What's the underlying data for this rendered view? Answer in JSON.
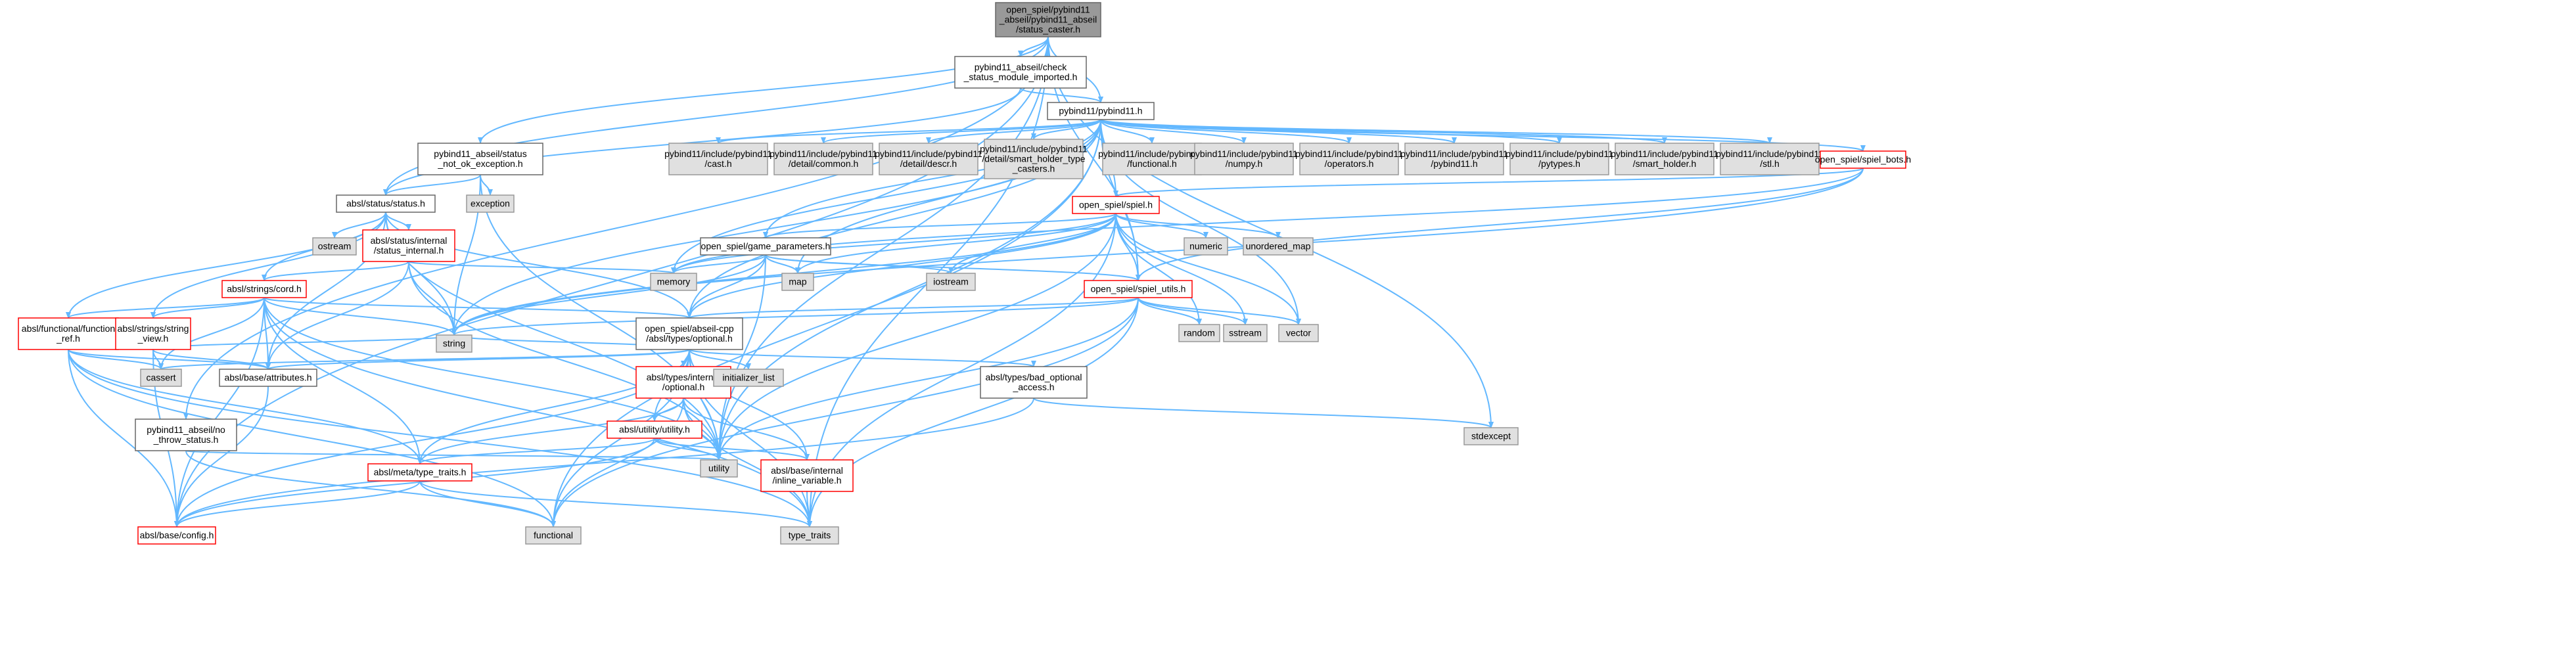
{
  "colors": {
    "edge": "#63b8ff",
    "root_fill": "#999999",
    "root_border": "#666666",
    "normal_fill": "#ffffff",
    "normal_border": "#666666",
    "system_fill": "#e0e0e0",
    "system_border": "#999999",
    "truncated_border": "#ff0000"
  },
  "nodes": [
    {
      "id": "root",
      "kind": "root",
      "lines": [
        "open_spiel/pybind11",
        "_abseil/pybind11_abseil",
        "/status_caster.h"
      ]
    },
    {
      "id": "check_status",
      "kind": "normal",
      "lines": [
        "pybind11_abseil/check",
        "_status_module_imported.h"
      ]
    },
    {
      "id": "pybind11",
      "kind": "normal",
      "lines": [
        "pybind11/pybind11.h"
      ]
    },
    {
      "id": "not_ok_exc",
      "kind": "normal",
      "lines": [
        "pybind11_abseil/status",
        "_not_ok_exception.h"
      ]
    },
    {
      "id": "status",
      "kind": "normal",
      "lines": [
        "absl/status/status.h"
      ]
    },
    {
      "id": "cast",
      "kind": "system",
      "lines": [
        "pybind11/include/pybind11",
        "/cast.h"
      ]
    },
    {
      "id": "detail_common",
      "kind": "system",
      "lines": [
        "pybind11/include/pybind11",
        "/detail/common.h"
      ]
    },
    {
      "id": "detail_descr",
      "kind": "system",
      "lines": [
        "pybind11/include/pybind11",
        "/detail/descr.h"
      ]
    },
    {
      "id": "smart_holder_casters",
      "kind": "system",
      "lines": [
        "pybind11/include/pybind11",
        "/detail/smart_holder_type",
        "_casters.h"
      ]
    },
    {
      "id": "functional_h",
      "kind": "system",
      "lines": [
        "pybind11/include/pybind11",
        "/functional.h"
      ]
    },
    {
      "id": "numpy_h",
      "kind": "system",
      "lines": [
        "pybind11/include/pybind11",
        "/numpy.h"
      ]
    },
    {
      "id": "operators_h",
      "kind": "system",
      "lines": [
        "pybind11/include/pybind11",
        "/operators.h"
      ]
    },
    {
      "id": "pybind11_inc",
      "kind": "system",
      "lines": [
        "pybind11/include/pybind11",
        "/pybind11.h"
      ]
    },
    {
      "id": "pytypes_h",
      "kind": "system",
      "lines": [
        "pybind11/include/pybind11",
        "/pytypes.h"
      ]
    },
    {
      "id": "smart_holder_h",
      "kind": "system",
      "lines": [
        "pybind11/include/pybind11",
        "/smart_holder.h"
      ]
    },
    {
      "id": "stl_h",
      "kind": "system",
      "lines": [
        "pybind11/include/pybind11",
        "/stl.h"
      ]
    },
    {
      "id": "spiel_bots",
      "kind": "truncated",
      "lines": [
        "open_spiel/spiel_bots.h"
      ]
    },
    {
      "id": "exception",
      "kind": "system",
      "lines": [
        "exception"
      ]
    },
    {
      "id": "ostream",
      "kind": "system",
      "lines": [
        "ostream"
      ]
    },
    {
      "id": "status_internal",
      "kind": "truncated",
      "lines": [
        "absl/status/internal",
        "/status_internal.h"
      ]
    },
    {
      "id": "spiel_h",
      "kind": "truncated",
      "lines": [
        "open_spiel/spiel.h"
      ]
    },
    {
      "id": "numeric",
      "kind": "system",
      "lines": [
        "numeric"
      ]
    },
    {
      "id": "unordered_map",
      "kind": "system",
      "lines": [
        "unordered_map"
      ]
    },
    {
      "id": "game_params",
      "kind": "normal",
      "lines": [
        "open_spiel/game_parameters.h"
      ]
    },
    {
      "id": "memory",
      "kind": "system",
      "lines": [
        "memory"
      ]
    },
    {
      "id": "map",
      "kind": "system",
      "lines": [
        "map"
      ]
    },
    {
      "id": "cord",
      "kind": "truncated",
      "lines": [
        "absl/strings/cord.h"
      ]
    },
    {
      "id": "iostream",
      "kind": "system",
      "lines": [
        "iostream"
      ]
    },
    {
      "id": "spiel_utils",
      "kind": "truncated",
      "lines": [
        "open_spiel/spiel_utils.h"
      ]
    },
    {
      "id": "function_ref",
      "kind": "truncated",
      "lines": [
        "absl/functional/function",
        "_ref.h"
      ]
    },
    {
      "id": "string_view",
      "kind": "truncated",
      "lines": [
        "absl/strings/string",
        "_view.h"
      ]
    },
    {
      "id": "optional_h",
      "kind": "normal",
      "lines": [
        "open_spiel/abseil-cpp",
        "/absl/types/optional.h"
      ]
    },
    {
      "id": "random",
      "kind": "system",
      "lines": [
        "random"
      ]
    },
    {
      "id": "sstream",
      "kind": "system",
      "lines": [
        "sstream"
      ]
    },
    {
      "id": "vector",
      "kind": "system",
      "lines": [
        "vector"
      ]
    },
    {
      "id": "string",
      "kind": "system",
      "lines": [
        "string"
      ]
    },
    {
      "id": "cassert",
      "kind": "system",
      "lines": [
        "cassert"
      ]
    },
    {
      "id": "attributes",
      "kind": "normal",
      "lines": [
        "absl/base/attributes.h"
      ]
    },
    {
      "id": "types_internal_optional",
      "kind": "truncated",
      "lines": [
        "absl/types/internal",
        "/optional.h"
      ]
    },
    {
      "id": "initializer_list",
      "kind": "system",
      "lines": [
        "initializer_list"
      ]
    },
    {
      "id": "bad_optional",
      "kind": "normal",
      "lines": [
        "absl/types/bad_optional",
        "_access.h"
      ]
    },
    {
      "id": "no_throw",
      "kind": "normal",
      "lines": [
        "pybind11_abseil/no",
        "_throw_status.h"
      ]
    },
    {
      "id": "utility_h",
      "kind": "truncated",
      "lines": [
        "absl/utility/utility.h"
      ]
    },
    {
      "id": "stdexcept",
      "kind": "system",
      "lines": [
        "stdexcept"
      ]
    },
    {
      "id": "utility",
      "kind": "system",
      "lines": [
        "utility"
      ]
    },
    {
      "id": "type_traits_absl",
      "kind": "truncated",
      "lines": [
        "absl/meta/type_traits.h"
      ]
    },
    {
      "id": "inline_variable",
      "kind": "truncated",
      "lines": [
        "absl/base/internal",
        "/inline_variable.h"
      ]
    },
    {
      "id": "config",
      "kind": "truncated",
      "lines": [
        "absl/base/config.h"
      ]
    },
    {
      "id": "functional",
      "kind": "system",
      "lines": [
        "functional"
      ]
    },
    {
      "id": "type_traits",
      "kind": "system",
      "lines": [
        "type_traits"
      ]
    }
  ],
  "edges": [
    [
      "root",
      "check_status"
    ],
    [
      "root",
      "pybind11"
    ],
    [
      "root",
      "not_ok_exc"
    ],
    [
      "root",
      "status"
    ],
    [
      "root",
      "no_throw"
    ],
    [
      "root",
      "spiel_utils"
    ],
    [
      "root",
      "stdexcept"
    ],
    [
      "root",
      "utility"
    ],
    [
      "root",
      "type_traits"
    ],
    [
      "root",
      "config"
    ],
    [
      "check_status",
      "pybind11"
    ],
    [
      "check_status",
      "status"
    ],
    [
      "pybind11",
      "cast"
    ],
    [
      "pybind11",
      "detail_common"
    ],
    [
      "pybind11",
      "detail_descr"
    ],
    [
      "pybind11",
      "smart_holder_casters"
    ],
    [
      "pybind11",
      "functional_h"
    ],
    [
      "pybind11",
      "numpy_h"
    ],
    [
      "pybind11",
      "operators_h"
    ],
    [
      "pybind11",
      "pybind11_inc"
    ],
    [
      "pybind11",
      "pytypes_h"
    ],
    [
      "pybind11",
      "smart_holder_h"
    ],
    [
      "pybind11",
      "stl_h"
    ],
    [
      "pybind11",
      "spiel_bots"
    ],
    [
      "pybind11",
      "spiel_h"
    ],
    [
      "pybind11",
      "game_params"
    ],
    [
      "pybind11",
      "memory"
    ],
    [
      "pybind11",
      "map"
    ],
    [
      "pybind11",
      "spiel_utils"
    ],
    [
      "pybind11",
      "string"
    ],
    [
      "pybind11",
      "utility"
    ],
    [
      "pybind11",
      "vector"
    ],
    [
      "pybind11",
      "functional"
    ],
    [
      "pybind11",
      "optional_h"
    ],
    [
      "not_ok_exc",
      "status"
    ],
    [
      "not_ok_exc",
      "exception"
    ],
    [
      "not_ok_exc",
      "string"
    ],
    [
      "not_ok_exc",
      "utility"
    ],
    [
      "status",
      "ostream"
    ],
    [
      "status",
      "status_internal"
    ],
    [
      "status",
      "cord"
    ],
    [
      "status",
      "string_view"
    ],
    [
      "status",
      "function_ref"
    ],
    [
      "status",
      "optional_h"
    ],
    [
      "status",
      "string"
    ],
    [
      "status",
      "utility"
    ],
    [
      "status",
      "attributes"
    ],
    [
      "status_internal",
      "memory"
    ],
    [
      "status_internal",
      "cord"
    ],
    [
      "status_internal",
      "attributes"
    ],
    [
      "status_internal",
      "string"
    ],
    [
      "status_internal",
      "utility"
    ],
    [
      "spiel_bots",
      "spiel_h"
    ],
    [
      "spiel_bots",
      "spiel_utils"
    ],
    [
      "spiel_bots",
      "memory"
    ],
    [
      "spiel_bots",
      "string"
    ],
    [
      "spiel_h",
      "numeric"
    ],
    [
      "spiel_h",
      "unordered_map"
    ],
    [
      "spiel_h",
      "game_params"
    ],
    [
      "spiel_h",
      "memory"
    ],
    [
      "spiel_h",
      "map"
    ],
    [
      "spiel_h",
      "iostream"
    ],
    [
      "spiel_h",
      "spiel_utils"
    ],
    [
      "spiel_h",
      "random"
    ],
    [
      "spiel_h",
      "sstream"
    ],
    [
      "spiel_h",
      "vector"
    ],
    [
      "spiel_h",
      "string"
    ],
    [
      "spiel_h",
      "optional_h"
    ],
    [
      "spiel_h",
      "utility"
    ],
    [
      "spiel_h",
      "type_traits"
    ],
    [
      "game_params",
      "memory"
    ],
    [
      "game_params",
      "map"
    ],
    [
      "game_params",
      "iostream"
    ],
    [
      "game_params",
      "spiel_utils"
    ],
    [
      "game_params",
      "optional_h"
    ],
    [
      "game_params",
      "string"
    ],
    [
      "game_params",
      "utility"
    ],
    [
      "cord",
      "function_ref"
    ],
    [
      "cord",
      "string_view"
    ],
    [
      "cord",
      "optional_h"
    ],
    [
      "cord",
      "attributes"
    ],
    [
      "cord",
      "string"
    ],
    [
      "cord",
      "cassert"
    ],
    [
      "cord",
      "utility"
    ],
    [
      "cord",
      "type_traits_absl"
    ],
    [
      "cord",
      "type_traits"
    ],
    [
      "cord",
      "config"
    ],
    [
      "spiel_utils",
      "random"
    ],
    [
      "spiel_utils",
      "sstream"
    ],
    [
      "spiel_utils",
      "vector"
    ],
    [
      "spiel_utils",
      "string"
    ],
    [
      "spiel_utils",
      "optional_h"
    ],
    [
      "spiel_utils",
      "utility"
    ],
    [
      "spiel_utils",
      "type_traits"
    ],
    [
      "spiel_utils",
      "functional"
    ],
    [
      "function_ref",
      "cassert"
    ],
    [
      "function_ref",
      "attributes"
    ],
    [
      "function_ref",
      "functional"
    ],
    [
      "function_ref",
      "type_traits_absl"
    ],
    [
      "function_ref",
      "type_traits"
    ],
    [
      "function_ref",
      "config"
    ],
    [
      "string_view",
      "cassert"
    ],
    [
      "string_view",
      "attributes"
    ],
    [
      "string_view",
      "string"
    ],
    [
      "string_view",
      "config"
    ],
    [
      "optional_h",
      "cassert"
    ],
    [
      "optional_h",
      "attributes"
    ],
    [
      "optional_h",
      "string"
    ],
    [
      "optional_h",
      "types_internal_optional"
    ],
    [
      "optional_h",
      "initializer_list"
    ],
    [
      "optional_h",
      "bad_optional"
    ],
    [
      "optional_h",
      "utility_h"
    ],
    [
      "optional_h",
      "utility"
    ],
    [
      "optional_h",
      "type_traits_absl"
    ],
    [
      "optional_h",
      "inline_variable"
    ],
    [
      "optional_h",
      "config"
    ],
    [
      "optional_h",
      "functional"
    ],
    [
      "optional_h",
      "type_traits"
    ],
    [
      "types_internal_optional",
      "utility_h"
    ],
    [
      "types_internal_optional",
      "utility"
    ],
    [
      "types_internal_optional",
      "type_traits_absl"
    ],
    [
      "types_internal_optional",
      "inline_variable"
    ],
    [
      "types_internal_optional",
      "functional"
    ],
    [
      "types_internal_optional",
      "type_traits"
    ],
    [
      "bad_optional",
      "stdexcept"
    ],
    [
      "bad_optional",
      "config"
    ],
    [
      "no_throw",
      "utility"
    ],
    [
      "no_throw",
      "functional"
    ],
    [
      "utility_h",
      "utility"
    ],
    [
      "utility_h",
      "type_traits_absl"
    ],
    [
      "utility_h",
      "inline_variable"
    ],
    [
      "utility_h",
      "config"
    ],
    [
      "type_traits_absl",
      "functional"
    ],
    [
      "type_traits_absl",
      "type_traits"
    ],
    [
      "type_traits_absl",
      "config"
    ],
    [
      "inline_variable",
      "type_traits"
    ],
    [
      "attributes",
      "config"
    ]
  ]
}
